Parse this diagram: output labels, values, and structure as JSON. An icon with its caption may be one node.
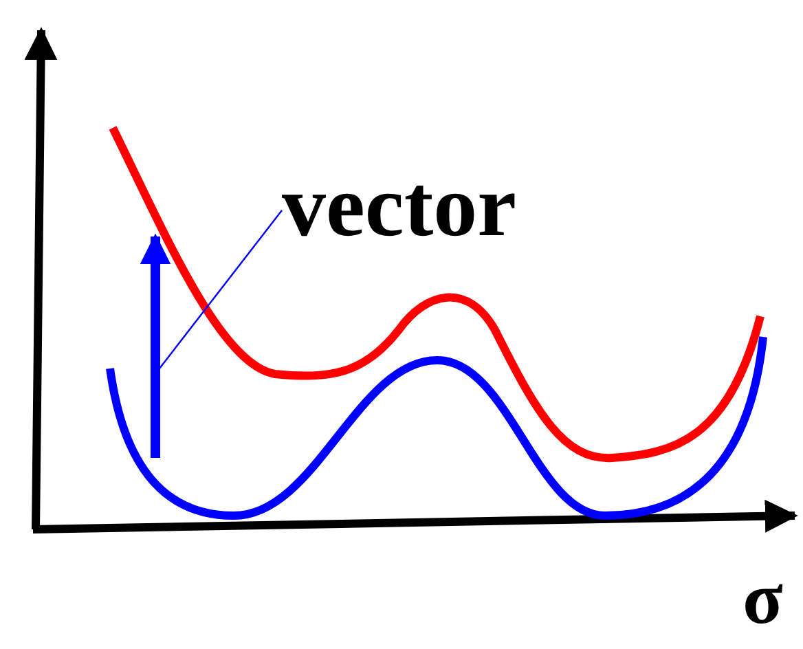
{
  "diagram": {
    "nodes": [
      {
        "text": [
          "vector"
        ]
      },
      {
        "text": [],
        "shape": "arrow"
      }
    ],
    "edges": [
      {
        "from": 0,
        "to": 1,
        "arrow": "none"
      }
    ],
    "labels": [
      "σ"
    ]
  }
}
